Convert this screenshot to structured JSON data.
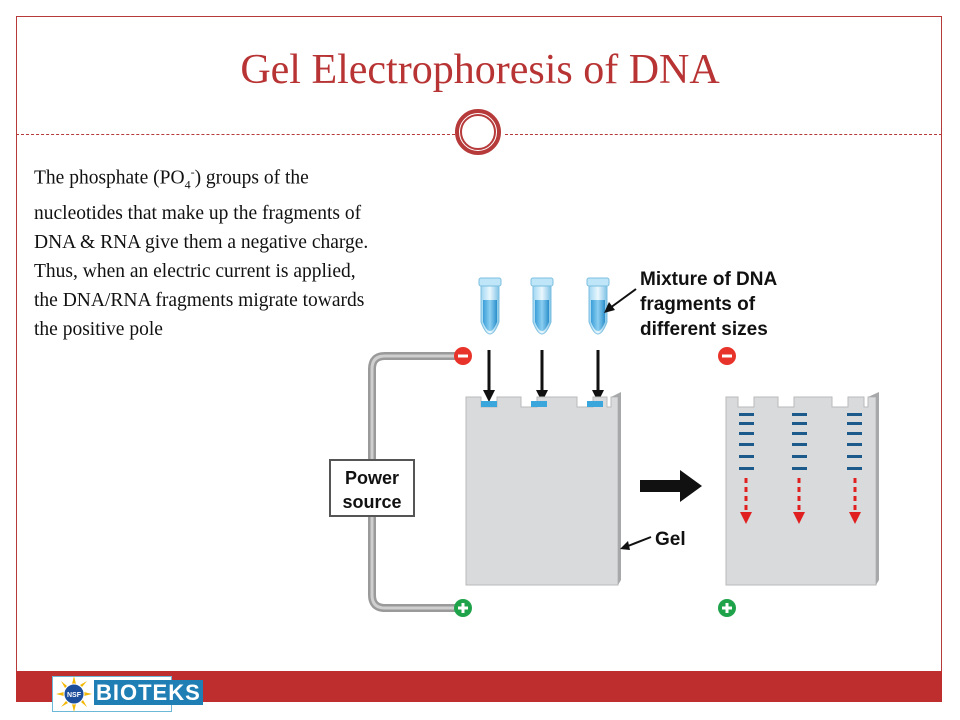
{
  "title": "Gel Electrophoresis of DNA",
  "body": {
    "intro_before": "The phosphate (PO",
    "sub": "4",
    "sup": "-",
    "intro_after": ") groups of the nucleotides that make up the fragments of DNA & RNA give them a negative charge. Thus, when an electric current is applied, the DNA/RNA fragments migrate towards the positive pole"
  },
  "diagram": {
    "mixture_label_line1": "Mixture of DNA",
    "mixture_label_line2": "fragments of",
    "mixture_label_line3": "different sizes",
    "power_label_line1": "Power",
    "power_label_line2": "source",
    "gel_label": "Gel",
    "negative_symbol": "−",
    "positive_symbol": "+"
  },
  "footer": {
    "logo_text": "BIOTEKS",
    "logo_seal_text": "NSF"
  },
  "colors": {
    "accent": "#b83333",
    "negative": "#e8332a",
    "positive": "#1fa34a",
    "gel": "#d9dadb",
    "band": "#1c5a8c",
    "arrow_red": "#e02020"
  }
}
